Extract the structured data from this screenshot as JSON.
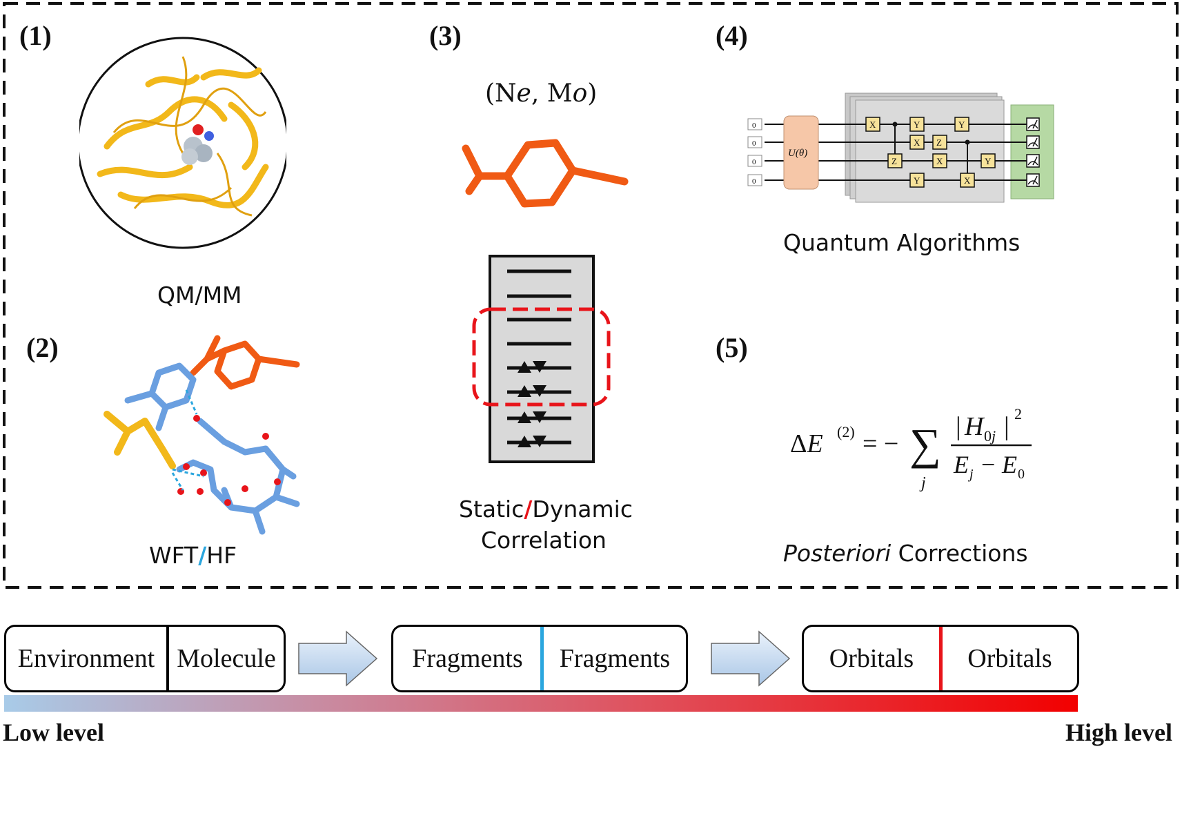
{
  "panels": {
    "p1": {
      "number": "(1)",
      "caption": "QM/MM"
    },
    "p2": {
      "number": "(2)",
      "caption_left": "WFT",
      "caption_sep": "/",
      "caption_right": "HF"
    },
    "p3": {
      "number": "(3)",
      "formula": "(Ne, Mo)",
      "caption_line1_a": "Static",
      "caption_line1_sep": "/",
      "caption_line1_b": "Dynamic",
      "caption_line2": "Correlation"
    },
    "p4": {
      "number": "(4)",
      "caption": "Quantum Algorithms",
      "qubits": [
        "0",
        "0",
        "0",
        "0"
      ],
      "unitary": "U(θ)",
      "gates": [
        "X",
        "Y",
        "Y",
        "X",
        "Z",
        "Z",
        "X",
        "Y",
        "Y",
        "X"
      ]
    },
    "p5": {
      "number": "(5)",
      "formula": "ΔE(2) = − Σj |H0j|² / (Ej − E0)",
      "caption_italic": "Posteriori",
      "caption_rest": " Corrections"
    }
  },
  "pipeline": [
    {
      "left": "Environment",
      "right": "Molecule",
      "divider_color": "#000000"
    },
    {
      "left": "Fragments",
      "right": "Fragments",
      "divider_color": "#2aa6de"
    },
    {
      "left": "Orbitals",
      "right": "Orbitals",
      "divider_color": "#e8141a"
    }
  ],
  "gradient": {
    "start_color": "#a8cbe8",
    "end_color": "#f20000"
  },
  "levels": {
    "low": "Low level",
    "high": "High level"
  },
  "colors": {
    "orange": "#f05a14",
    "blue": "#6a9fe0",
    "yellow": "#f2b81a",
    "red_dash": "#e8141a",
    "cyan": "#2aa6de"
  }
}
